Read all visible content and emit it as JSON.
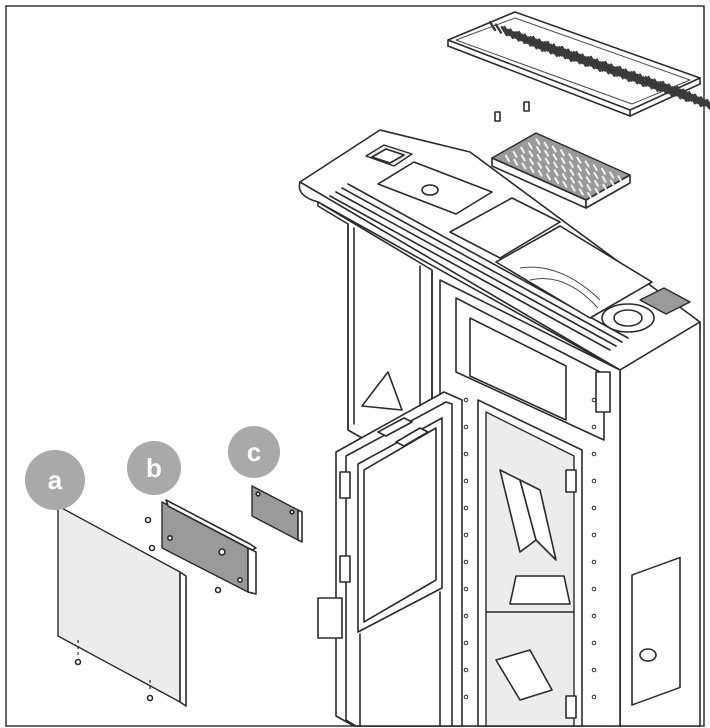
{
  "labels": {
    "a": "a",
    "b": "b",
    "c": "c"
  },
  "colors": {
    "badge": "#a9a9a9",
    "badge_text": "#ffffff",
    "line": "#2b2b2b",
    "frame": "#333333"
  }
}
